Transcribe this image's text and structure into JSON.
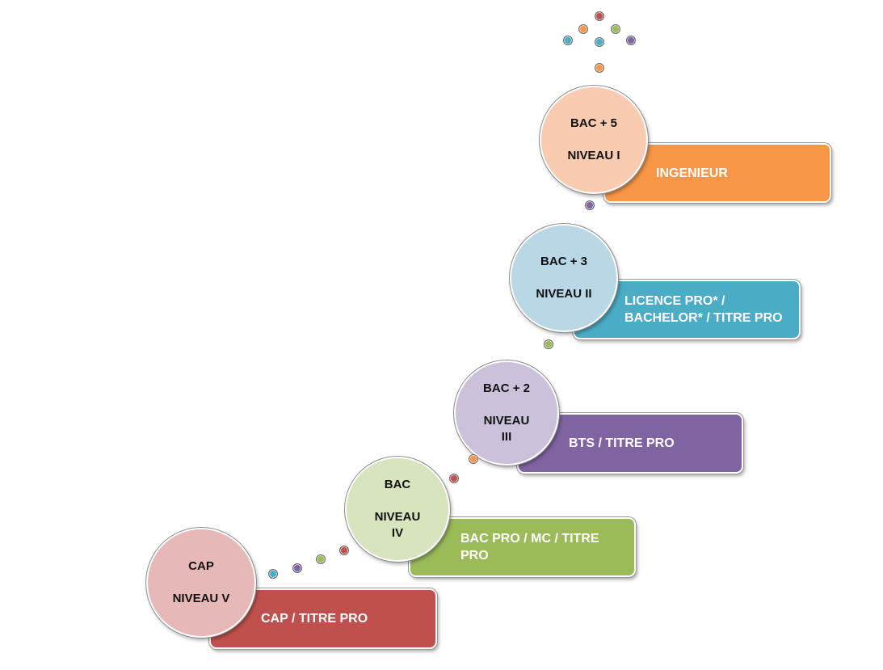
{
  "steps": [
    {
      "title": "CAP",
      "level": "NIVEAU V",
      "label": "CAP / TITRE PRO",
      "bar_color": "#c0504d",
      "circle_color": "#e6b9b8"
    },
    {
      "title": "BAC",
      "level": "NIVEAU IV",
      "label": "BAC PRO / MC / TITRE PRO",
      "bar_color": "#9bbb59",
      "circle_color": "#d7e4bd"
    },
    {
      "title": "BAC + 2",
      "level": "NIVEAU III",
      "label": "BTS / TITRE PRO",
      "bar_color": "#8064a2",
      "circle_color": "#ccc1da"
    },
    {
      "title": "BAC + 3",
      "level": "NIVEAU II",
      "label": "LICENCE PRO* / BACHELOR* / TITRE PRO",
      "bar_color": "#4bacc6",
      "circle_color": "#b9d7e4"
    },
    {
      "title": "BAC + 5",
      "level": "NIVEAU I",
      "label": "INGENIEUR",
      "bar_color": "#f79646",
      "circle_color": "#f9cbb0"
    }
  ],
  "dot_colors": {
    "teal": "#4bacc6",
    "purple": "#8064a2",
    "green": "#9bbb59",
    "red": "#c0504d",
    "orange": "#f79646"
  }
}
